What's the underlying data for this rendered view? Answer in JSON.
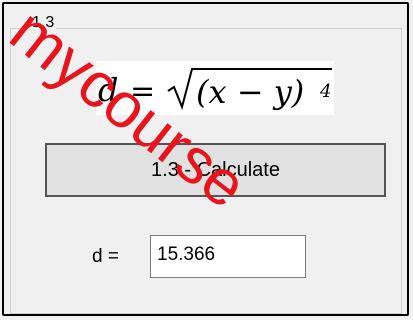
{
  "group": {
    "title": "1.3"
  },
  "formula": {
    "lhs": "d",
    "equals": "=",
    "inner": "(x − y)",
    "exponent": "4"
  },
  "calculate_button": {
    "label": "1.3 - Calculate"
  },
  "result": {
    "label": "d =",
    "value": "15.366"
  },
  "watermark": {
    "text": "mycourse",
    "color": "#e8141c"
  }
}
